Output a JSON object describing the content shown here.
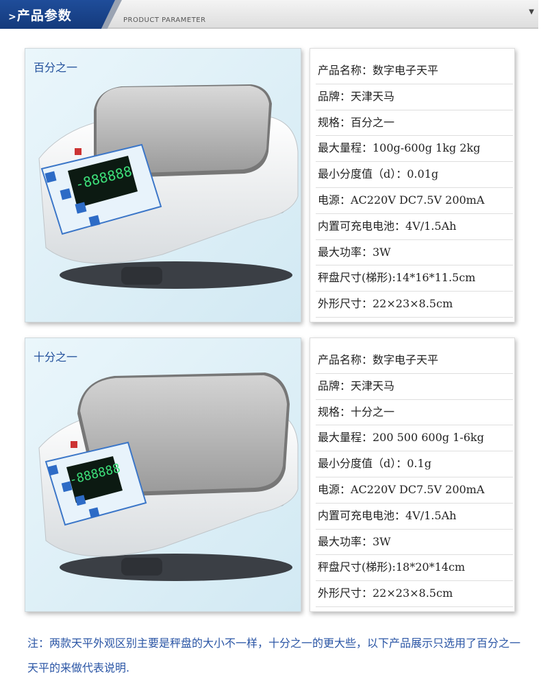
{
  "header": {
    "title": "产品参数",
    "subtitle": "PRODUCT PARAMETER",
    "arrow": "▼"
  },
  "products": [
    {
      "label": "百分之一",
      "specs": [
        "产品名称：数字电子天平",
        "品牌：天津天马",
        "规格：百分之一",
        "最大量程：100g-600g 1kg 2kg",
        "最小分度值（d）：0.01g",
        "电源：AC220V  DC7.5V  200mA",
        "内置可充电电池：4V/1.5Ah",
        "最大功率：3W",
        "秤盘尺寸(梯形):14*16*11.5cm",
        "外形尺寸：22×23×8.5cm"
      ]
    },
    {
      "label": "十分之一",
      "specs": [
        "产品名称：数字电子天平",
        "品牌：天津天马",
        "规格：十分之一",
        "最大量程：200 500 600g 1-6kg",
        "最小分度值（d）：0.1g",
        "电源：AC220V  DC7.5V  200mA",
        "内置可充电电池：4V/1.5Ah",
        "最大功率：3W",
        "秤盘尺寸(梯形):18*20*14cm",
        "外形尺寸：22×23×8.5cm"
      ]
    }
  ],
  "display_digits": "-888888",
  "note": "注：两款天平外观区别主要是秤盘的大小不一样，十分之一的更大些，以下产品展示只选用了百分之一天平的来做代表说明."
}
